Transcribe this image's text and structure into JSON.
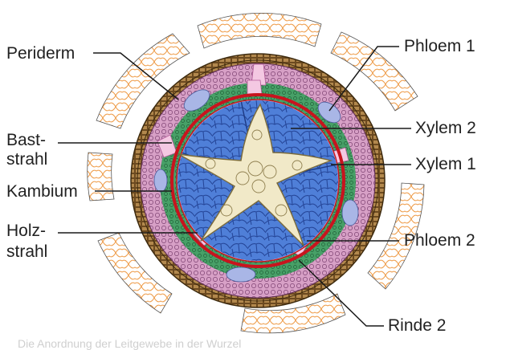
{
  "labels": {
    "periderm": "Periderm",
    "baststrahl_1": "Bast-",
    "baststrahl_2": "strahl",
    "kambium": "Kambium",
    "holzstrahl_1": "Holz-",
    "holzstrahl_2": "strahl",
    "phloem1": "Phloem 1",
    "xylem2": "Xylem 2",
    "xylem1": "Xylem 1",
    "phloem2": "Phloem 2",
    "rinde2": "Rinde 2"
  },
  "caption": "Die Anordnung der Leitgewebe in der Wurzel",
  "colors": {
    "xylem2": "#4f7fd8",
    "xylem1": "#f1e9c8",
    "cambium": "#c8141e",
    "phloem": "#3f9a60",
    "rinde": "#d9a6c8",
    "periderm": "#9a6b32",
    "ray": "#f4c8e2",
    "outer_cells": "#f0a24a",
    "leader": "#1a1a1a"
  }
}
